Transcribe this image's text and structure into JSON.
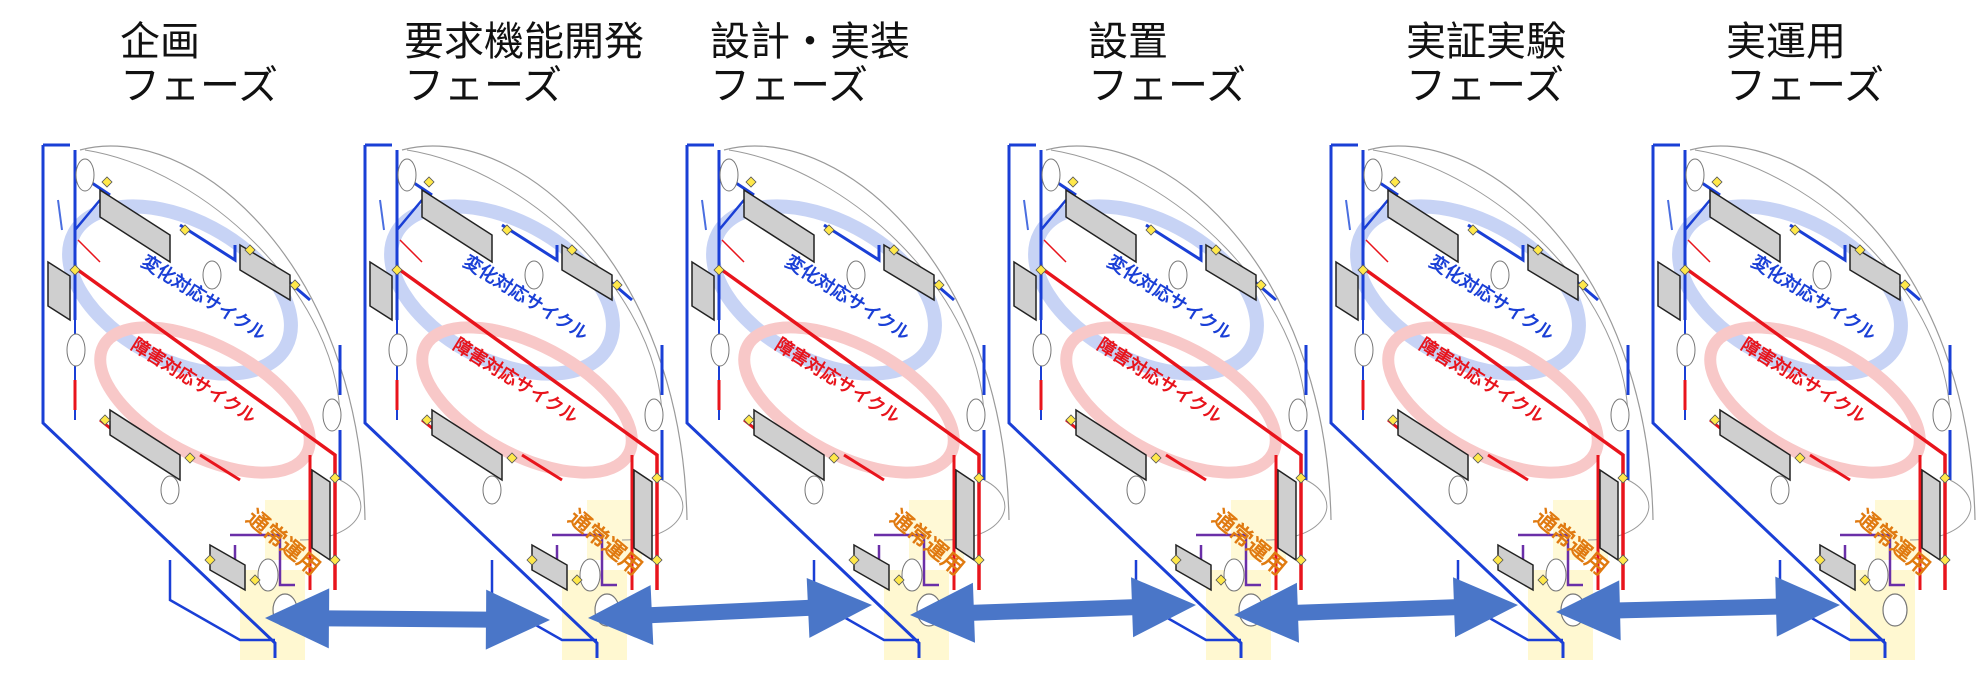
{
  "phases": [
    {
      "name": "企画",
      "suffix": "フェーズ"
    },
    {
      "name": "要求機能開発",
      "suffix": "フェーズ"
    },
    {
      "name": "設計・実装",
      "suffix": "フェーズ"
    },
    {
      "name": "設置",
      "suffix": "フェーズ"
    },
    {
      "name": "実証実験",
      "suffix": "フェーズ"
    },
    {
      "name": "実運用",
      "suffix": "フェーズ"
    }
  ],
  "diagram": {
    "change_cycle": "変化対応サイクル",
    "failure_cycle": "障害対応サイクル",
    "normal_operation": "通常運用"
  },
  "colors": {
    "blue": "#1a3fd6",
    "red": "#e8141c",
    "purple": "#6a2fa8",
    "arrow": "#4a76c8",
    "yellow_node": "#ffe84a",
    "box_fill": "#cfcfcf",
    "highlight": "#fff7cc"
  }
}
